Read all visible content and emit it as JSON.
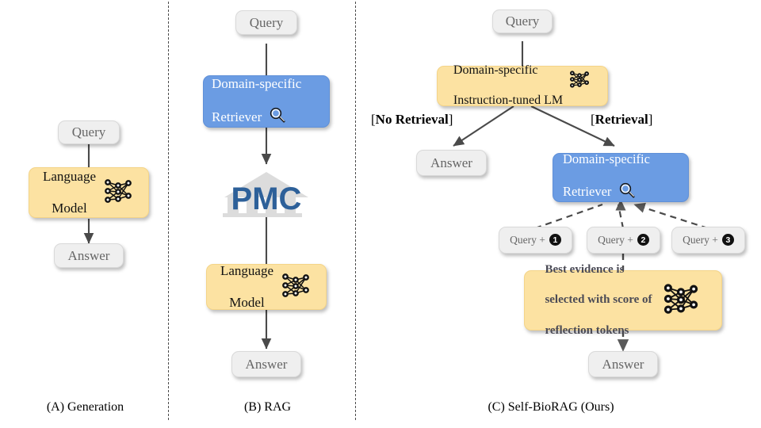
{
  "figure": {
    "type": "diagram",
    "panels": [
      {
        "id": "A",
        "caption": "(A) Generation",
        "nodes": [
          {
            "name": "query",
            "label": "Query",
            "style": "gray"
          },
          {
            "name": "language-model",
            "label": "Language Model",
            "line1": "Language",
            "line2": "Model",
            "style": "yellow",
            "icon": "neural-network-icon"
          },
          {
            "name": "answer",
            "label": "Answer",
            "style": "gray"
          }
        ]
      },
      {
        "id": "B",
        "caption": "(B) RAG",
        "nodes": [
          {
            "name": "query",
            "label": "Query",
            "style": "gray"
          },
          {
            "name": "domain-specific-retriever",
            "line1": "Domain-specific",
            "line2": "Retriever",
            "style": "blue",
            "icon": "magnifier-icon"
          },
          {
            "name": "pmc-logo",
            "label": "PMC",
            "style": "logo"
          },
          {
            "name": "language-model",
            "line1": "Language",
            "line2": "Model",
            "style": "yellow",
            "icon": "neural-network-icon"
          },
          {
            "name": "answer",
            "label": "Answer",
            "style": "gray"
          }
        ]
      },
      {
        "id": "C",
        "caption": "(C) Self-BioRAG (Ours)",
        "nodes": [
          {
            "name": "query",
            "label": "Query",
            "style": "gray"
          },
          {
            "name": "instruction-tuned-lm",
            "line1": "Domain-specific",
            "line2": "Instruction-tuned LM",
            "style": "yellow",
            "icon": "neural-network-icon"
          },
          {
            "name": "answer-no-retrieval",
            "label": "Answer",
            "style": "gray"
          },
          {
            "name": "domain-specific-retriever",
            "line1": "Domain-specific",
            "line2": "Retriever",
            "style": "blue",
            "icon": "magnifier-icon"
          },
          {
            "name": "query-evidence-1",
            "label": "Query +",
            "badge": "1",
            "style": "gray"
          },
          {
            "name": "query-evidence-2",
            "label": "Query +",
            "badge": "2",
            "style": "gray"
          },
          {
            "name": "query-evidence-3",
            "label": "Query +",
            "badge": "3",
            "style": "gray"
          },
          {
            "name": "best-evidence",
            "line1": "Best evidence is",
            "line2": "selected with score of",
            "line3": "reflection tokens",
            "style": "yellow",
            "icon": "neural-network-icon"
          },
          {
            "name": "answer-final",
            "label": "Answer",
            "style": "gray"
          }
        ],
        "branch_labels": [
          {
            "name": "no-retrieval-label",
            "prefix": "[",
            "bold": "No Retrieval",
            "suffix": "]"
          },
          {
            "name": "retrieval-label",
            "prefix": "[",
            "bold": "Retrieval",
            "suffix": "]"
          }
        ]
      }
    ],
    "colors": {
      "yellow_box": "#fce2a2",
      "blue_box": "#6b9ce3",
      "gray_box": "#efefef",
      "gray_text": "#666666",
      "arrow": "#4a4a4a",
      "pmc_blue": "#2d6099",
      "pmc_gray": "#dcdcdc",
      "note_text": "#4a4a55"
    }
  }
}
